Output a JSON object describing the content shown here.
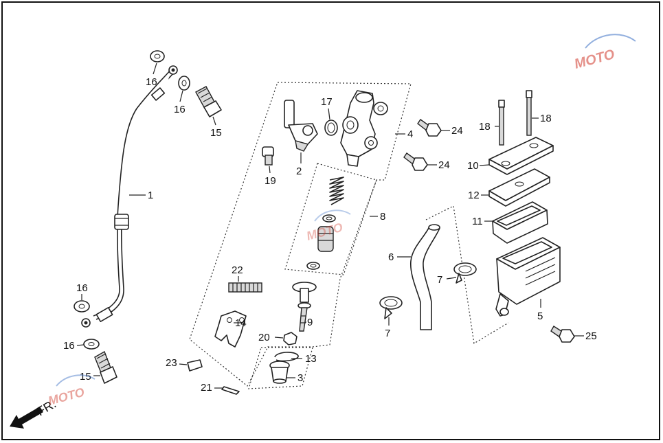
{
  "diagram": {
    "callouts": {
      "c1": "1",
      "c2": "2",
      "c3": "3",
      "c4": "4",
      "c5": "5",
      "c6": "6",
      "c7a": "7",
      "c7b": "7",
      "c8": "8",
      "c9": "9",
      "c10": "10",
      "c11": "11",
      "c12": "12",
      "c13": "13",
      "c14": "14",
      "c15a": "15",
      "c15b": "15",
      "c16a": "16",
      "c16b": "16",
      "c16c": "16",
      "c16d": "16",
      "c17": "17",
      "c18a": "18",
      "c18b": "18",
      "c19": "19",
      "c20": "20",
      "c21": "21",
      "c22": "22",
      "c23": "23",
      "c24a": "24",
      "c24b": "24",
      "c25": "25"
    },
    "direction_label": "FR.",
    "watermark": "MOTO"
  },
  "colors": {
    "line": "#222222",
    "watermark_red": "#d0392b",
    "watermark_blue": "#3a6fc4"
  }
}
